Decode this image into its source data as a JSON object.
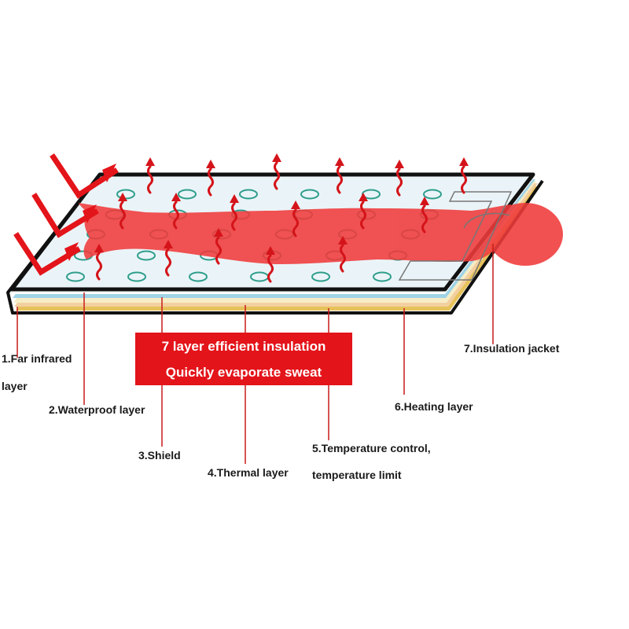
{
  "banner": {
    "line1": "7 layer efficient insulation",
    "line2": "Quickly evaporate sweat"
  },
  "labels": {
    "far_infrared_line1": "1.Far infrared",
    "far_infrared_line2": "layer",
    "waterproof": "2.Waterproof layer",
    "shield": "3.Shield",
    "thermal": "4.Thermal layer",
    "temp_control_line1": "5.Temperature control,",
    "temp_control_line2": "temperature limit",
    "heating": "6.Heating layer",
    "insulation_jacket": "7.Insulation jacket"
  },
  "colors": {
    "accent_red": "#e3141a",
    "body_red": "#f03a3a",
    "circle_teal": "#2f9e8c",
    "pad_surface": "#eaf4f8",
    "outline": "#111111",
    "layer_cream": "#f6edc6",
    "layer_peach": "#f3cfa0",
    "layer_blue": "#9fd3e6",
    "layer_gold": "#e6c25a"
  }
}
